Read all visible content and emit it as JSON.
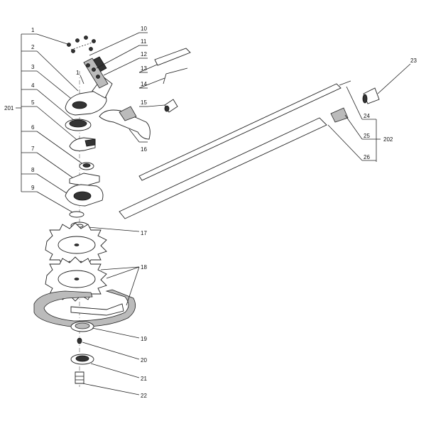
{
  "labels": {
    "p1": "1",
    "p1b": "1",
    "p2": "2",
    "p3": "3",
    "p4": "4",
    "p5": "5",
    "p6": "6",
    "p7": "7",
    "p8": "8",
    "p9": "9",
    "p10": "10",
    "p11": "11",
    "p12": "12",
    "p13": "13",
    "p14": "14",
    "p15": "15",
    "p16": "16",
    "p17": "17",
    "p18": "18",
    "p19": "19",
    "p20": "20",
    "p21": "21",
    "p22": "22",
    "p23": "23",
    "p24": "24",
    "p25": "25",
    "p26": "26",
    "g201": "201",
    "g202": "202"
  }
}
